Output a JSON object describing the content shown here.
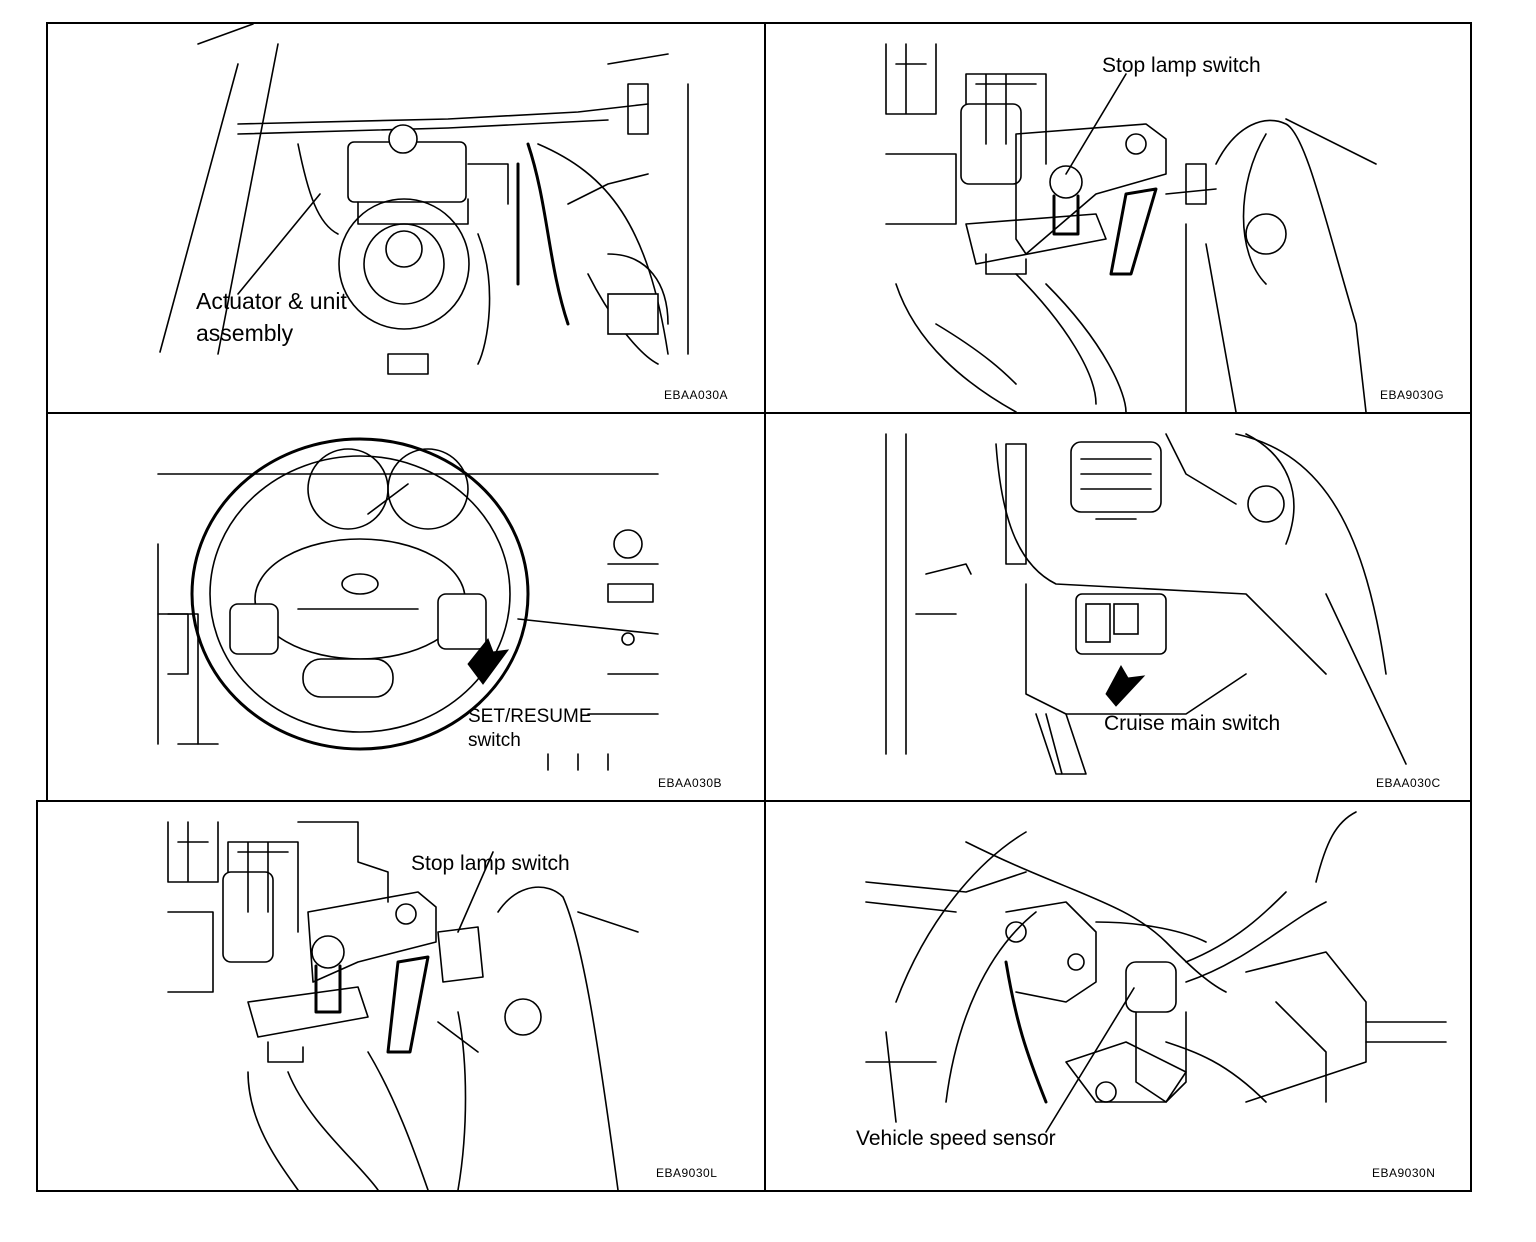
{
  "panels": [
    {
      "labels": [
        "Actuator & unit",
        "assembly"
      ],
      "code": "EBAA030A"
    },
    {
      "labels": [
        "Stop lamp switch"
      ],
      "code": "EBA9030G"
    },
    {
      "labels": [
        "SET/RESUME",
        "switch"
      ],
      "code": "EBAA030B"
    },
    {
      "labels": [
        "Cruise main switch"
      ],
      "code": "EBAA030C"
    },
    {
      "labels": [
        "Stop lamp switch"
      ],
      "code": "EBA9030L"
    },
    {
      "labels": [
        "Vehicle speed sensor"
      ],
      "code": "EBA9030N"
    }
  ],
  "colors": {
    "line": "#000000",
    "paper": "#ffffff"
  }
}
